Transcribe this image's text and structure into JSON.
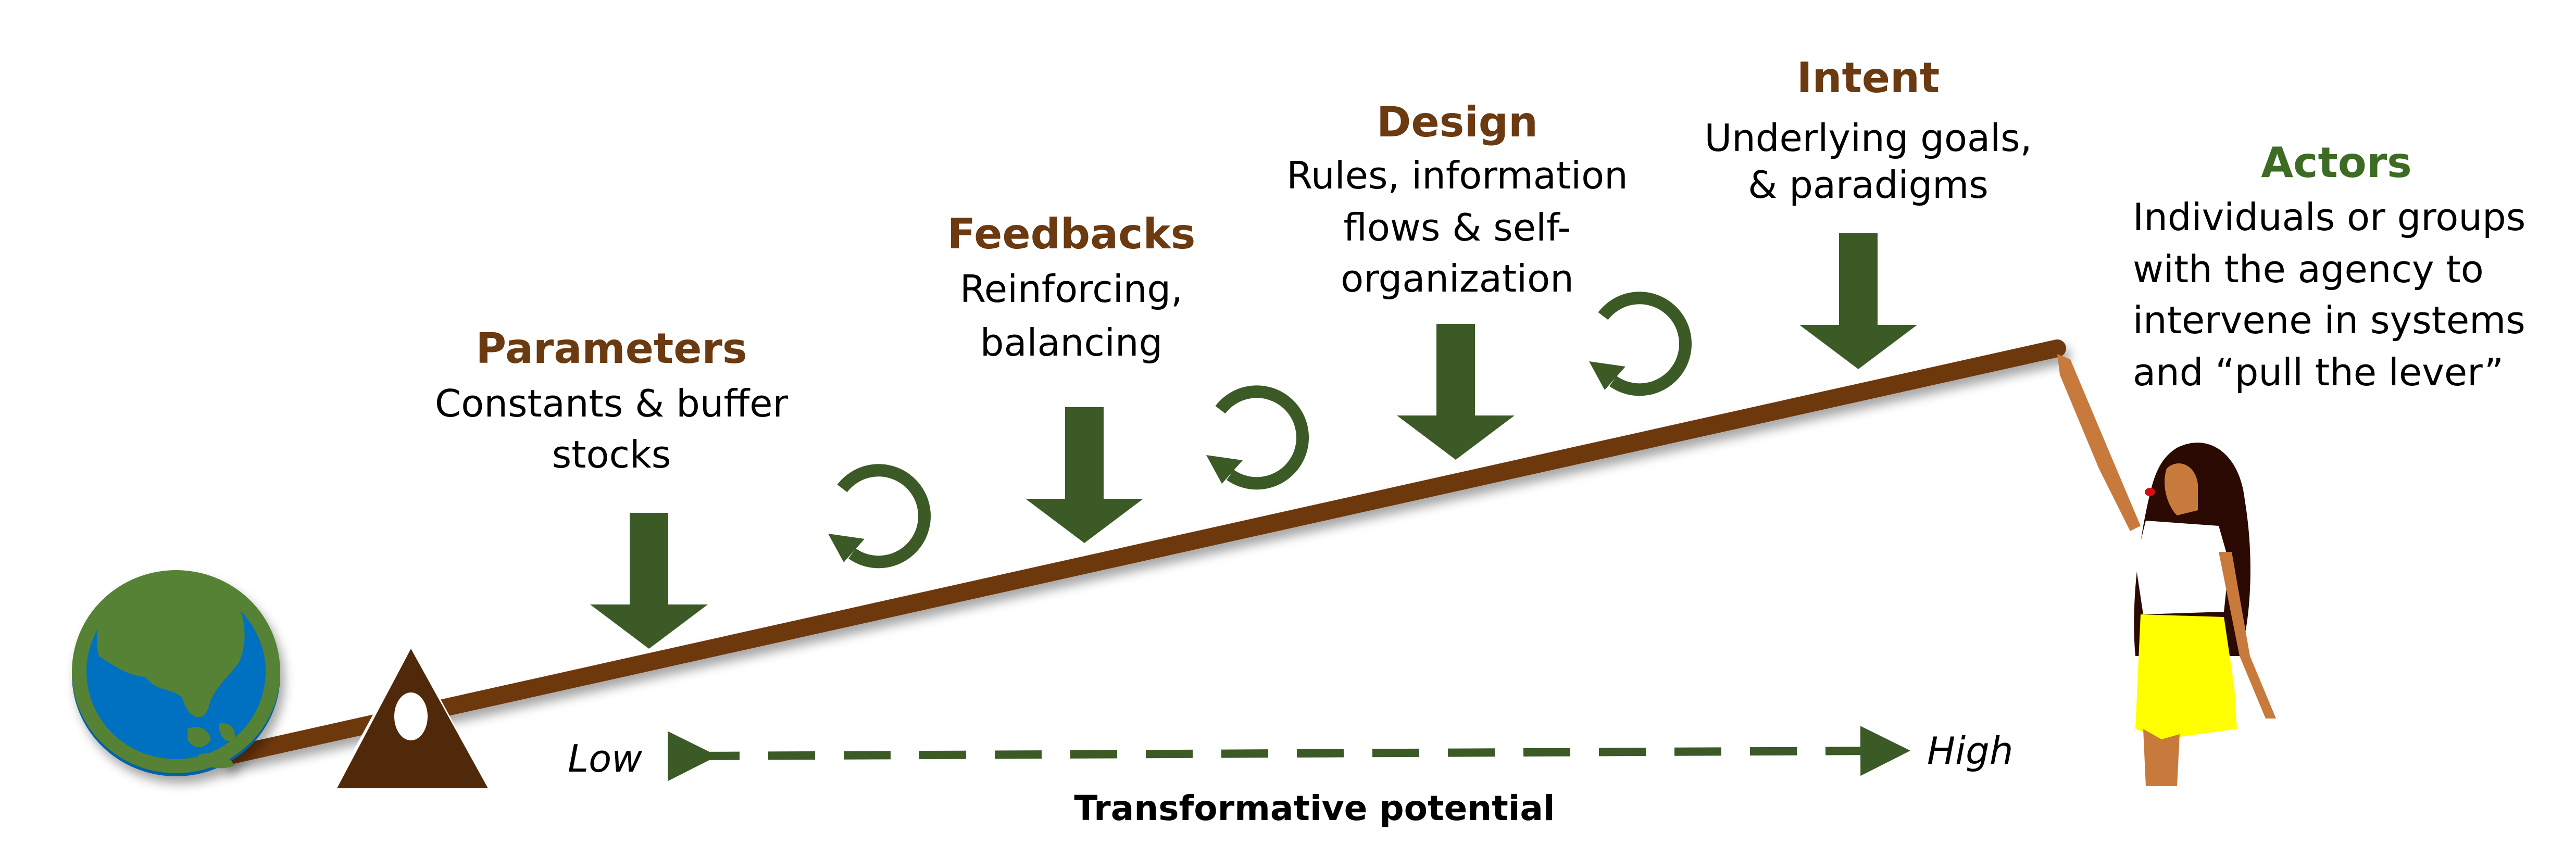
{
  "colors": {
    "title_brown": "#6b3a10",
    "actors_green": "#3d6b24",
    "arrow_green": "#3b5a26",
    "lever_brown": "#6e370d",
    "fulcrum_brown": "#50290a",
    "globe_green": "#548235",
    "globe_blue": "#0070c0"
  },
  "levers": [
    {
      "title": "Parameters",
      "lines": [
        "Constants & buffer",
        "stocks"
      ]
    },
    {
      "title": "Feedbacks",
      "lines": [
        "Reinforcing,",
        "balancing"
      ]
    },
    {
      "title": "Design",
      "lines": [
        "Rules, information",
        "flows & self-",
        "organization"
      ]
    },
    {
      "title": "Intent",
      "lines": [
        "Underlying goals,",
        "& paradigms"
      ]
    }
  ],
  "actors": {
    "title": "Actors",
    "lines": [
      "Individuals or groups",
      "with the agency to",
      "intervene in systems",
      "and “pull the lever”"
    ]
  },
  "axis": {
    "low": "Low",
    "high": "High",
    "label": "Transformative potential"
  }
}
